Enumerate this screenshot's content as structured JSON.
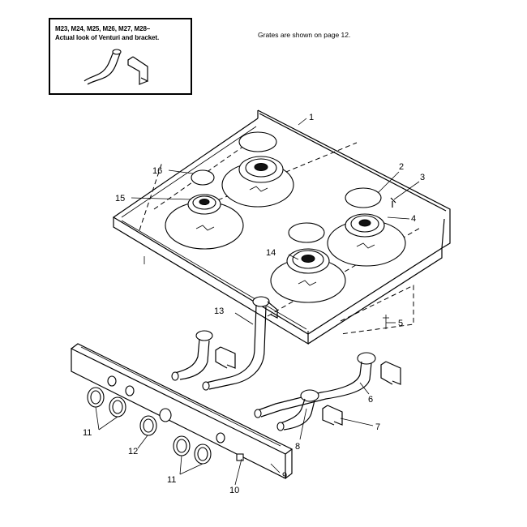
{
  "inset": {
    "line1": "M23, M24, M25, M26, M27, M28–",
    "line2": "Actual look of Venturi and bracket."
  },
  "note": "Grates are shown on page 12.",
  "callouts": {
    "c1": "1",
    "c2": "2",
    "c3": "3",
    "c4": "4",
    "c5": "5",
    "c6": "6",
    "c7": "7",
    "c8": "8",
    "c9": "9",
    "c10": "10",
    "c11a": "11",
    "c11b": "11",
    "c12": "12",
    "c13": "13",
    "c14": "14",
    "c15": "15",
    "c16": "16"
  }
}
